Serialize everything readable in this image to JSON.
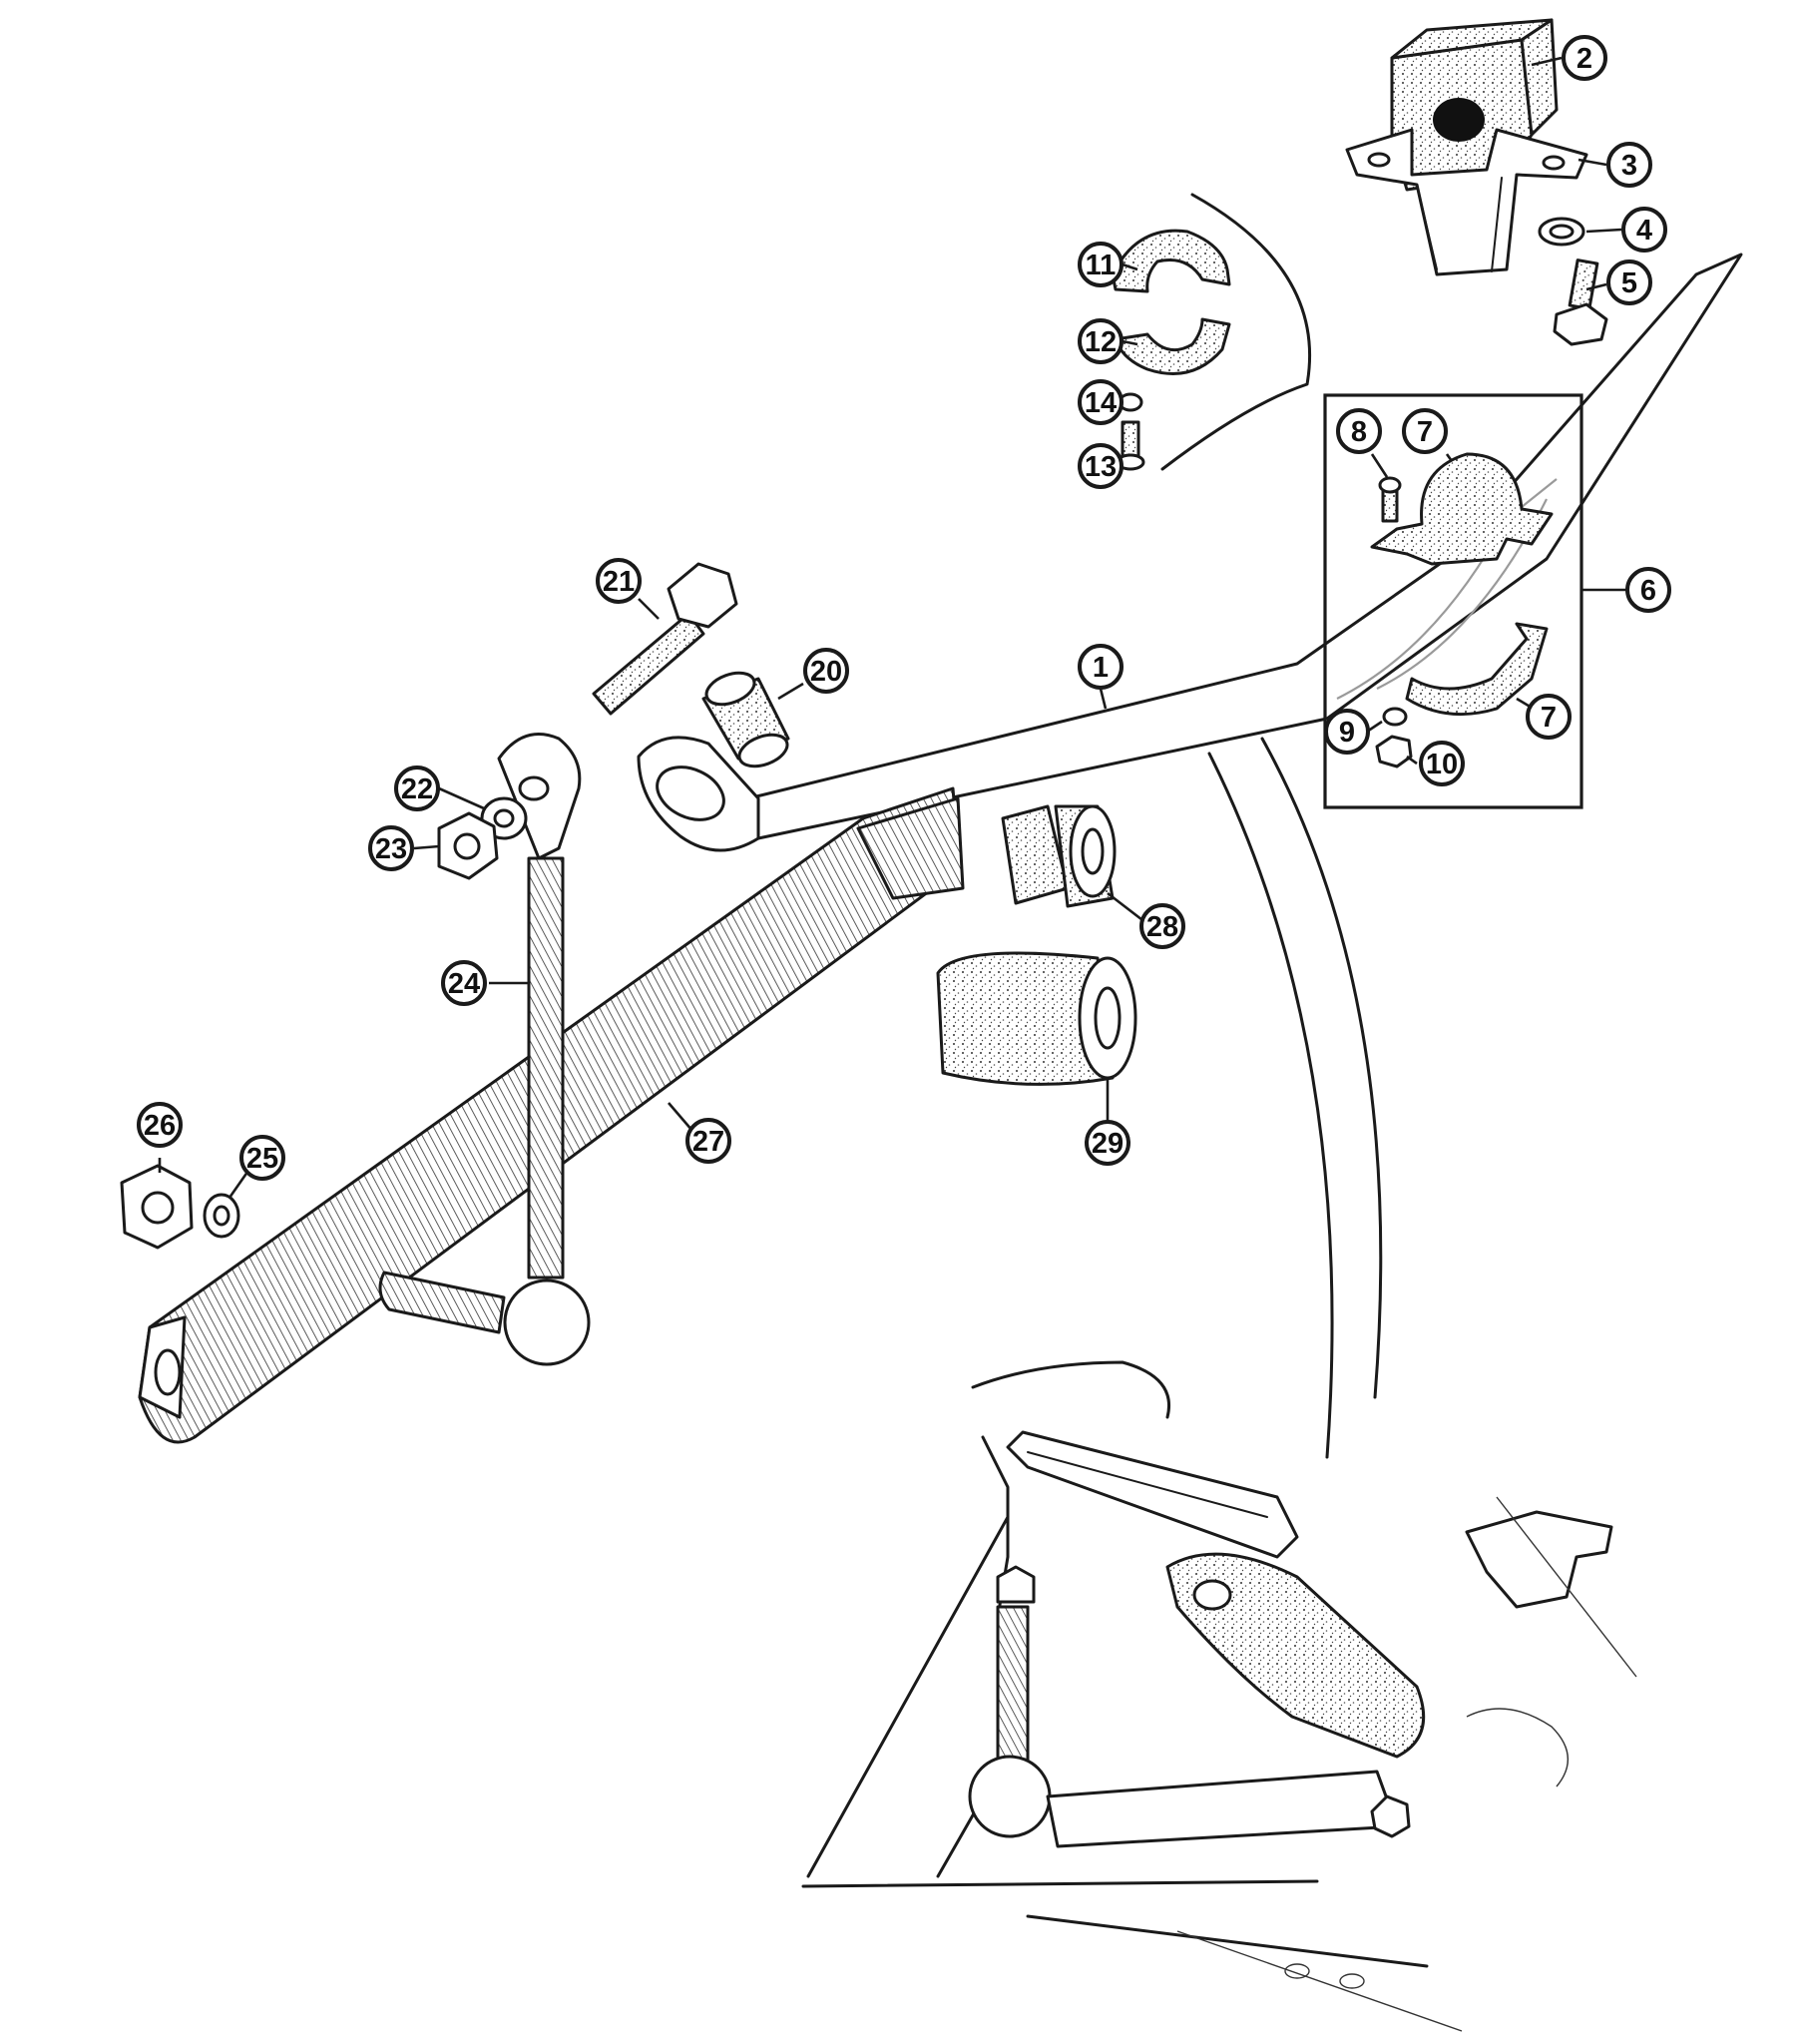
{
  "title": "",
  "callouts": [
    "1",
    "2",
    "3",
    "4",
    "5",
    "6",
    "7",
    "8",
    "9",
    "10",
    "11",
    "12",
    "13",
    "14",
    "20",
    "21",
    "22",
    "23",
    "24",
    "25",
    "26",
    "27",
    "28",
    "29"
  ]
}
